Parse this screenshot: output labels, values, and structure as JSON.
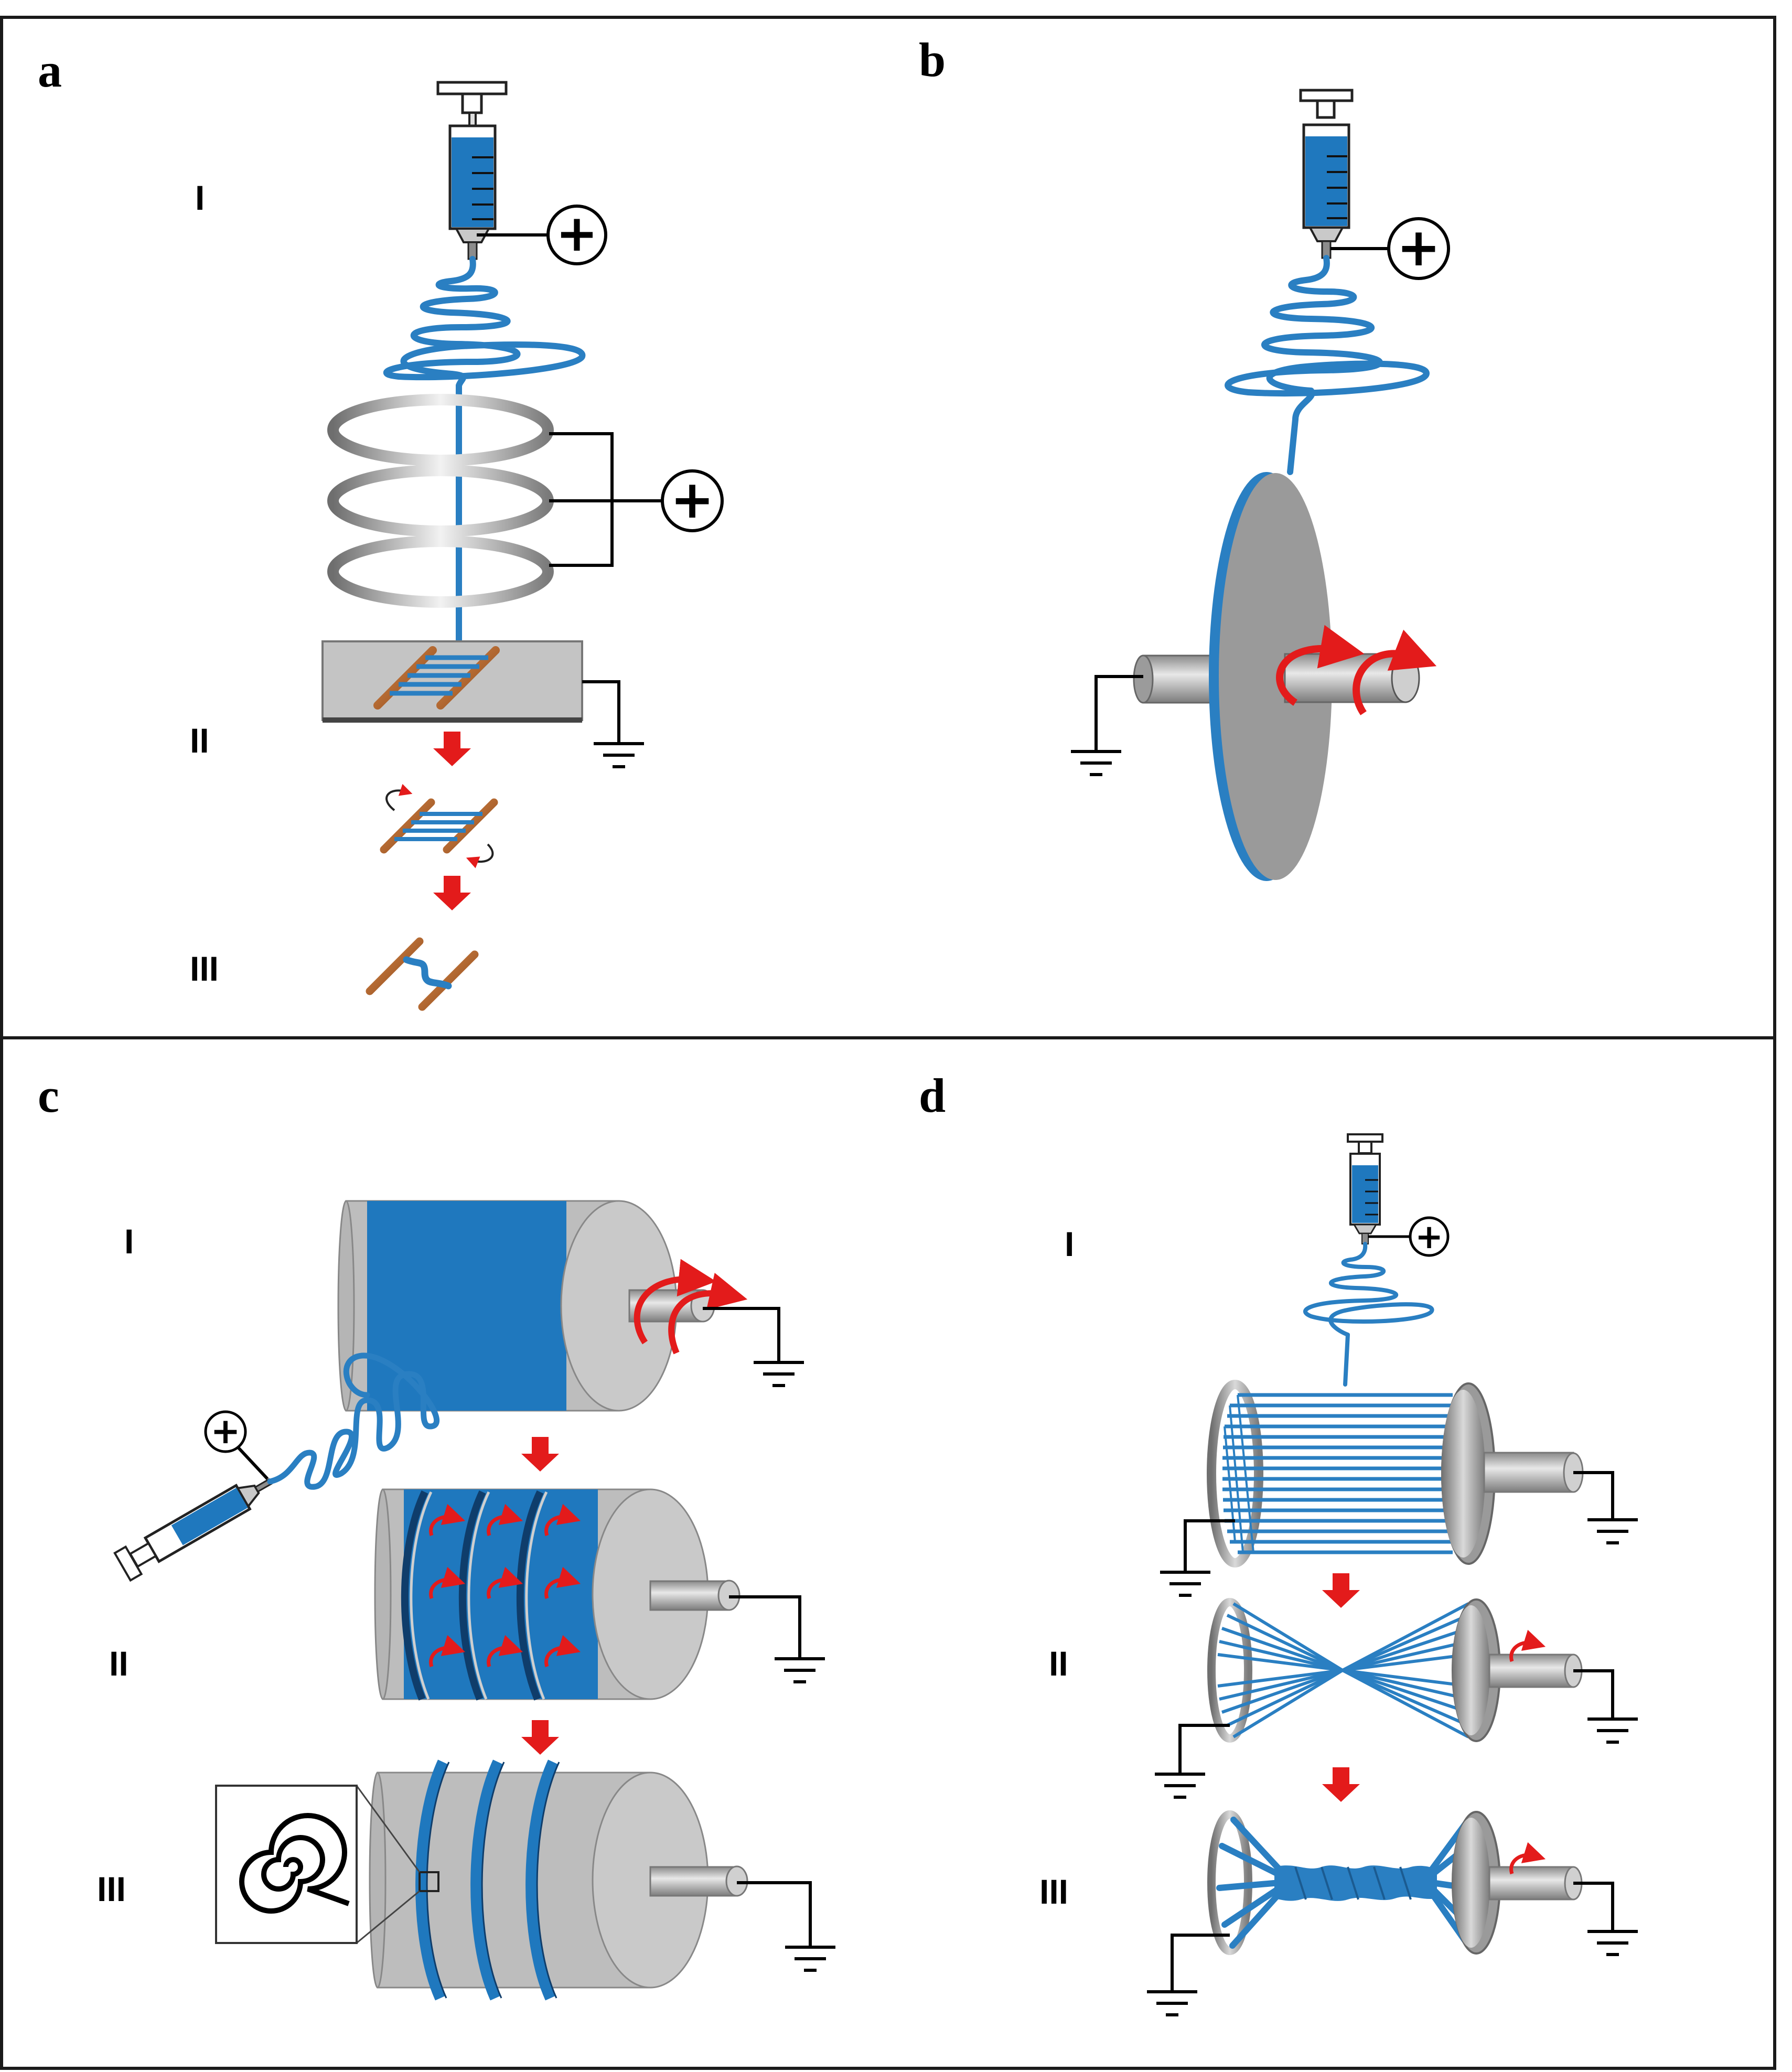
{
  "panels": [
    {
      "letter": "a",
      "steps": [
        "I",
        "II",
        "III"
      ]
    },
    {
      "letter": "b",
      "steps": []
    },
    {
      "letter": "c",
      "steps": [
        "I",
        "II",
        "III"
      ]
    },
    {
      "letter": "d",
      "steps": [
        "I",
        "II",
        "III"
      ]
    }
  ],
  "symbols": {
    "positive_terminal": "+"
  },
  "colors": {
    "polymer_jet": "#2a7fc2",
    "solution": "#1f78be",
    "metal_grey": "#b9b9b9",
    "collector_grey": "#c0c0c0",
    "arrow_red": "#e31b1b",
    "copper_rod": "#b8642a",
    "border": "#1a1a1a"
  },
  "icons": [
    "syringe-icon",
    "positive-electrode-icon",
    "ground-icon",
    "rotation-arrow-icon",
    "down-arrow-icon",
    "spiral-icon"
  ]
}
